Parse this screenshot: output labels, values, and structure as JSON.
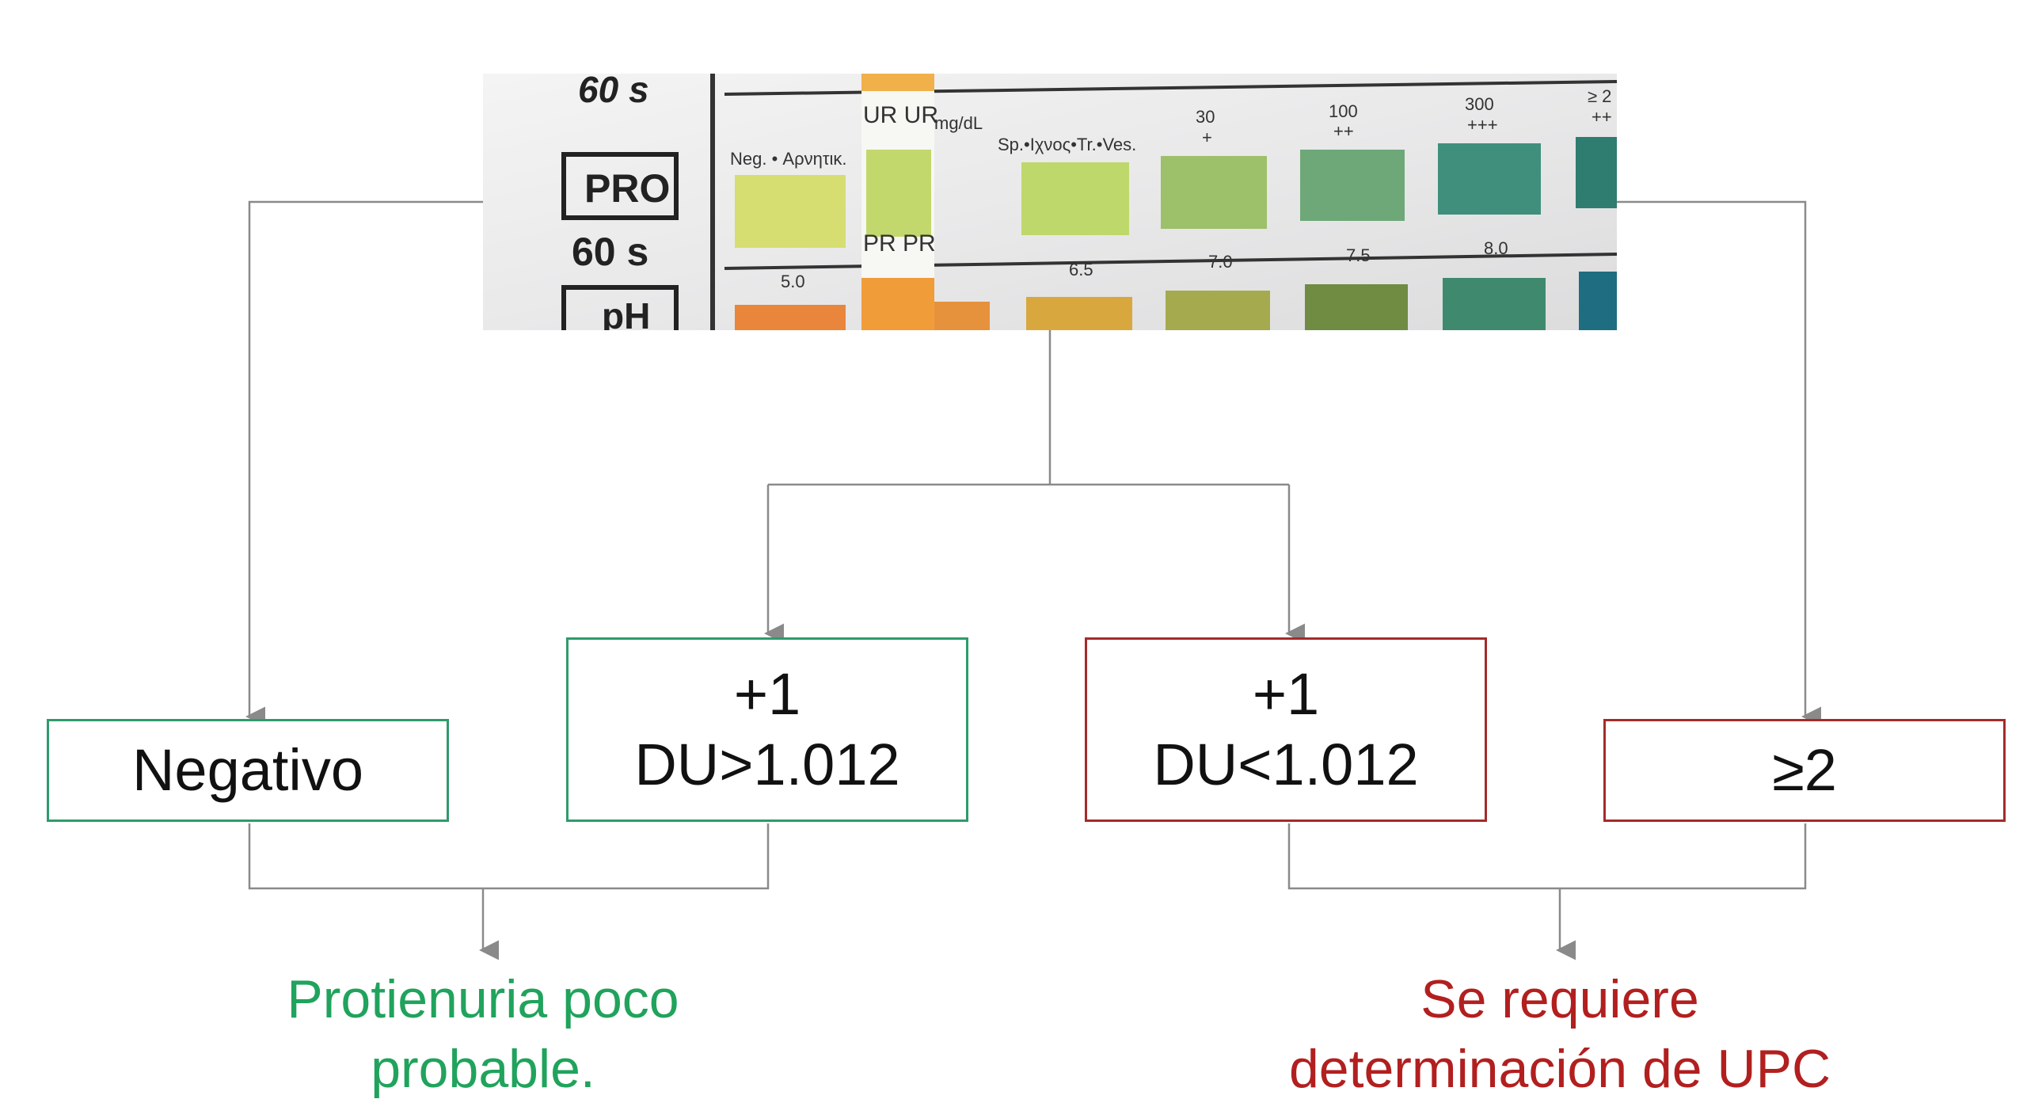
{
  "colors": {
    "connector": "#8a8a8a",
    "green_border": "#2e9b6c",
    "red_border": "#a52a2a",
    "green_text": "#20a35c",
    "red_text": "#b21f1f"
  },
  "photo": {
    "pro_label": "PRO",
    "ph_label": "pH",
    "time_top": "60 s",
    "time_mid": "60 s",
    "strip_ur": "UR UR",
    "strip_pr": "PR PR",
    "unit": "mg/dL",
    "pro_scale": [
      {
        "top": "",
        "label": "Neg. • Αρνητικ."
      },
      {
        "top": "",
        "label": "Sp.•Ιχνος•Tr.•Ves."
      },
      {
        "top": "30",
        "label": "+"
      },
      {
        "top": "100",
        "label": "++"
      },
      {
        "top": "300",
        "label": "+++"
      },
      {
        "top": "≥ 2",
        "label": "++"
      }
    ],
    "ph_scale": [
      "5.0",
      "6.5",
      "7.0",
      "7.5",
      "8.0"
    ]
  },
  "boxes": {
    "negativo": {
      "line1": "Negativo"
    },
    "plus1_high": {
      "line1": "+1",
      "line2": "DU>1.012"
    },
    "plus1_low": {
      "line1": "+1",
      "line2": "DU<1.012"
    },
    "ge2": {
      "line1": "≥2"
    }
  },
  "results": {
    "left": {
      "line1": "Protienuria poco",
      "line2": "probable."
    },
    "right": {
      "line1": "Se requiere",
      "line2": "determinación de UPC"
    }
  }
}
